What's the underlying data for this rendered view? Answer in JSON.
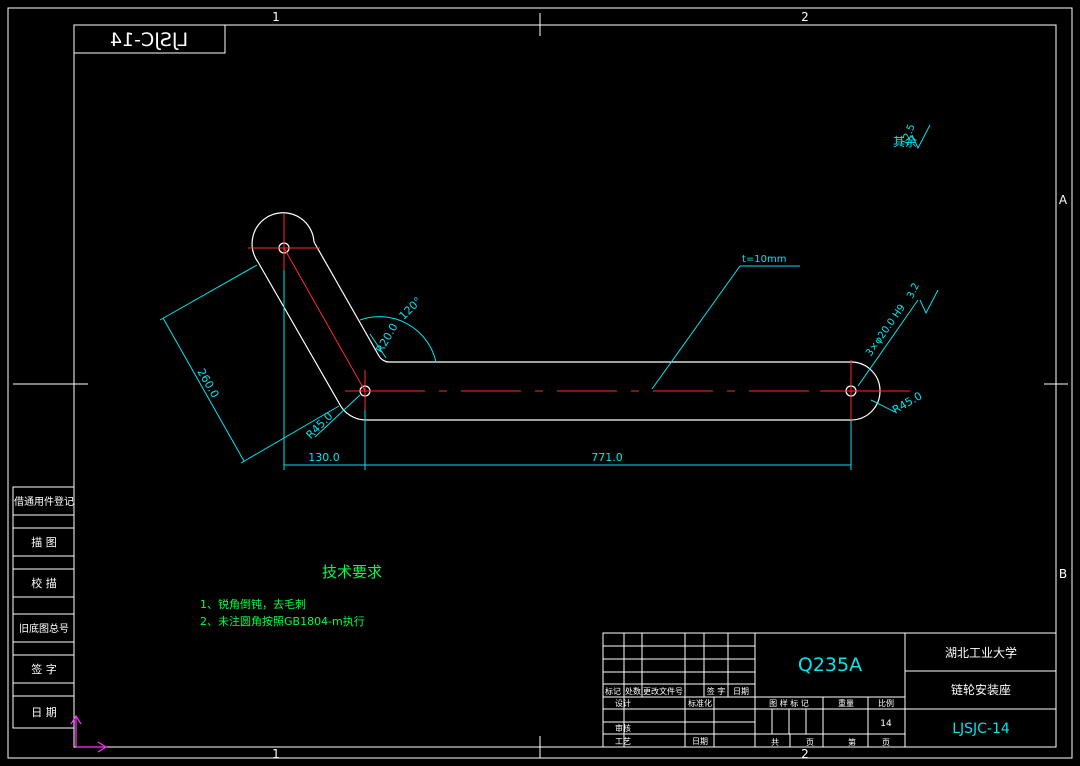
{
  "drawing": {
    "code_mirrored": "LJSJC-14",
    "zones": {
      "top_left": "1",
      "top_right": "2",
      "bottom_left": "1",
      "bottom_right": "2",
      "right_a": "A",
      "right_b": "B"
    },
    "surface_finish": {
      "prefix": "其余",
      "value": "12.5"
    },
    "thickness_note": "t=10mm",
    "hole_note": "3×φ20.0 H9",
    "finish_small": "3.2",
    "dimensions": {
      "fillet": "R20.0",
      "angle": "120°",
      "arm_length": "260.0",
      "left_radius": "R45.0",
      "right_radius": "R45.0",
      "horizontal_left": "130.0",
      "horizontal_right": "771.0"
    },
    "tech_requirements": {
      "title": "技术要求",
      "items": [
        "1、锐角倒钝，去毛刺",
        "2、未注圆角按照GB1804-m执行"
      ]
    },
    "left_strip": [
      "借通用件登记",
      "描  图",
      "校  描",
      "旧底图总号",
      "签  字",
      "日  期"
    ]
  },
  "title_block": {
    "material": "Q235A",
    "school": "湖北工业大学",
    "part_name": "链轮安装座",
    "drawing_no": "LJSJC-14",
    "scale_value": "14",
    "rev_headers": [
      "标记",
      "处数",
      "更改文件号",
      "签  字",
      "日期"
    ],
    "roles": [
      "设计",
      "审核",
      "工艺"
    ],
    "standardize": "标准化",
    "date": "日期",
    "stage_headers": [
      "图 样 标 记",
      "重量",
      "比例"
    ],
    "sheet_labels": [
      "共",
      "页",
      "第",
      "页"
    ]
  }
}
